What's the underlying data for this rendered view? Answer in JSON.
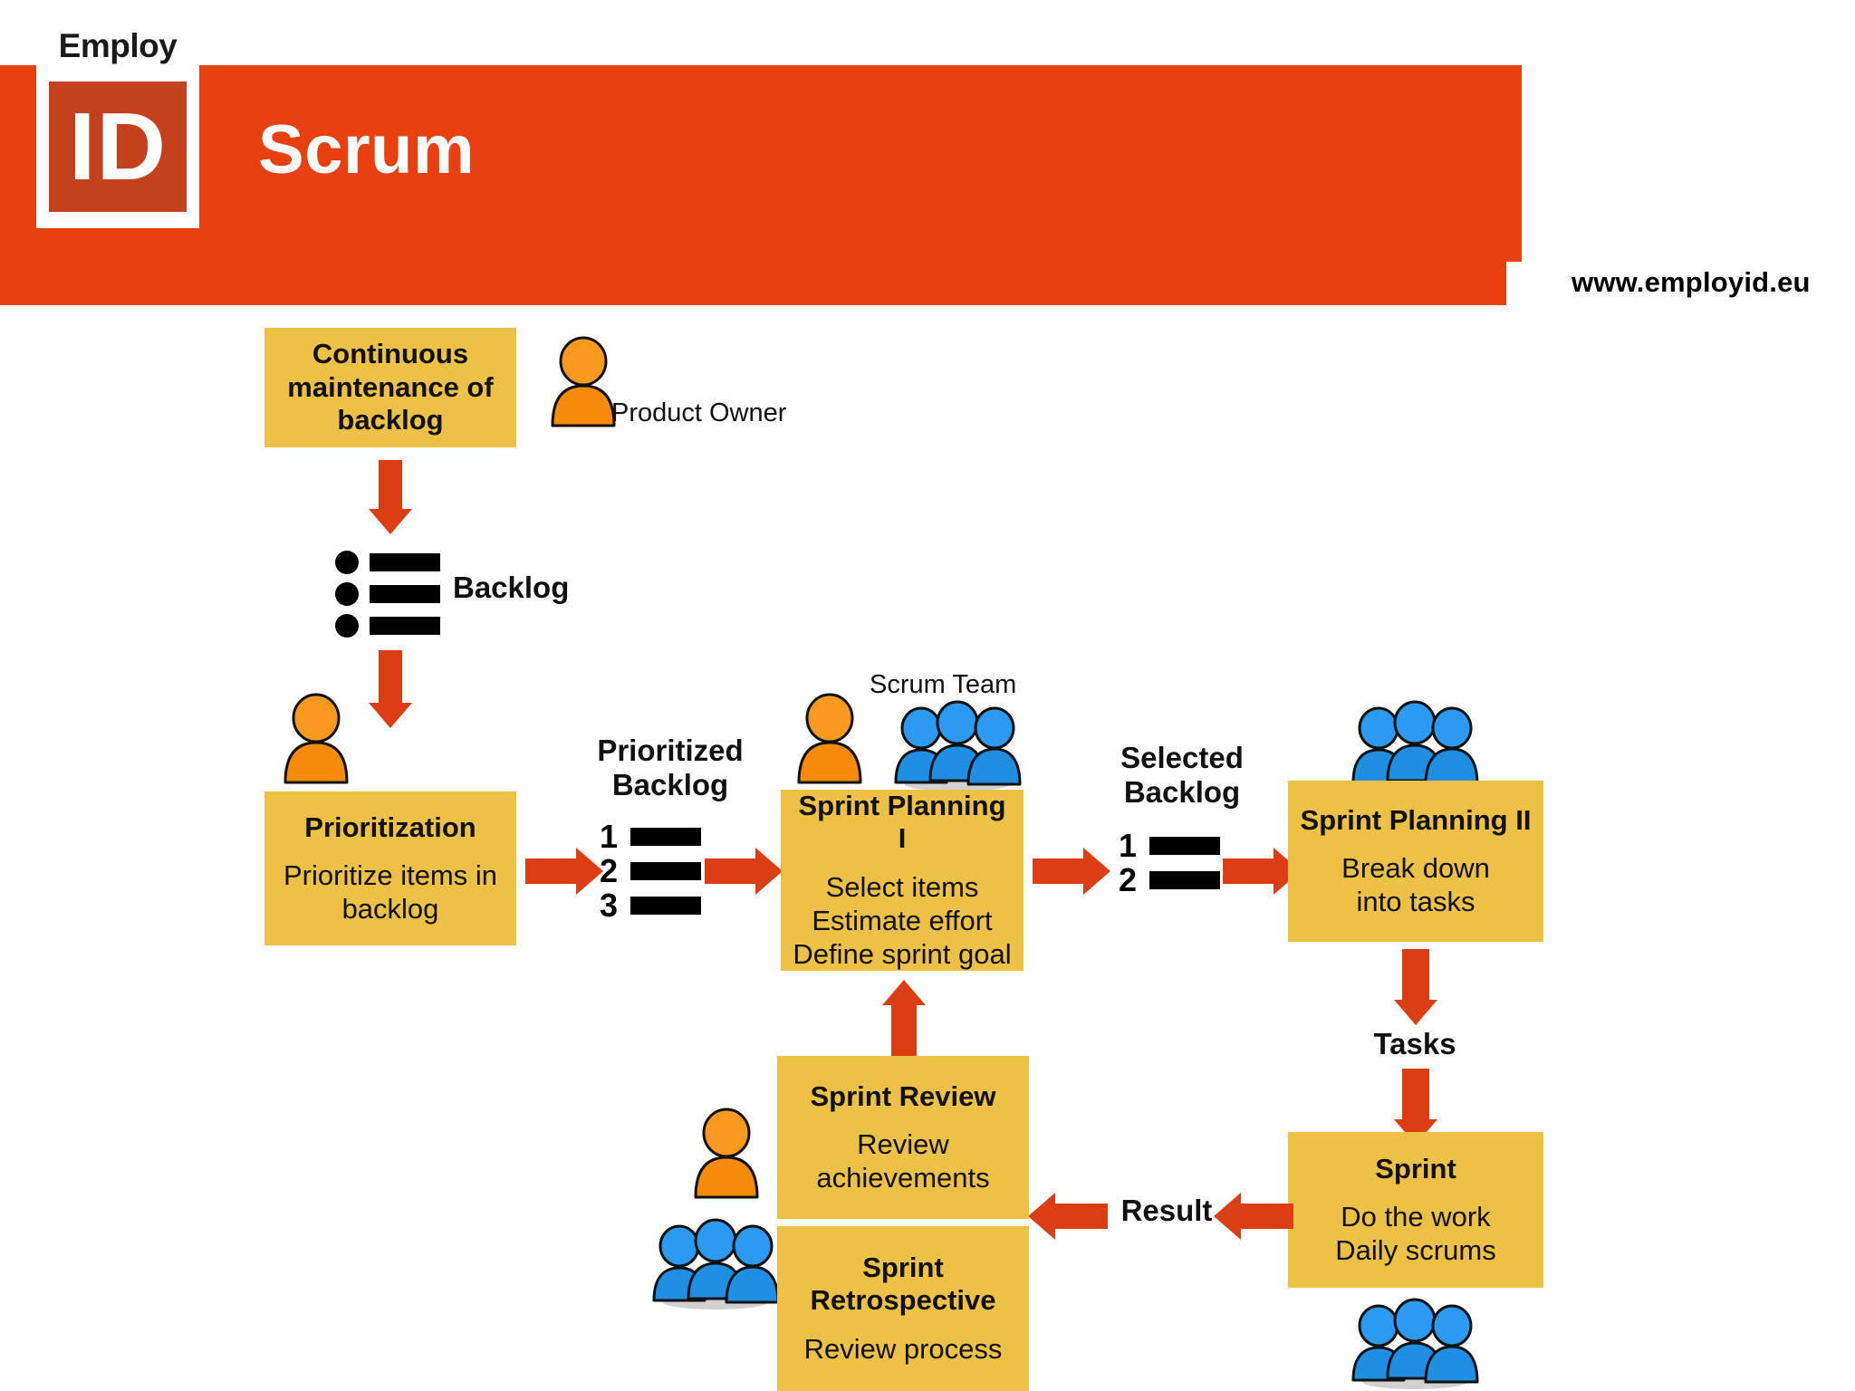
{
  "logo": {
    "top_text": "Employ",
    "bottom_text": "ID",
    "box_color": "#C4411D"
  },
  "header": {
    "title": "Scrum",
    "bar_color": "#E8400F",
    "url": "www.employid.eu"
  },
  "diagram": {
    "accent_box_color": "#EDC046",
    "arrow_color": "#DC3D13",
    "product_owner_color": "#F58A0B",
    "team_color": "#1E8FE3",
    "boxes": {
      "continuous_maintenance": {
        "title": "Continuous maintenance of backlog"
      },
      "prioritization": {
        "title": "Prioritization",
        "body": "Prioritize items in backlog"
      },
      "sprint_planning_1": {
        "title": "Sprint Planning I",
        "body_line1": "Select items",
        "body_line2": "Estimate effort",
        "body_line3": "Define sprint goal"
      },
      "sprint_planning_2": {
        "title": "Sprint Planning II",
        "body_line1": "Break down",
        "body_line2": "into tasks"
      },
      "sprint": {
        "title": "Sprint",
        "body_line1": "Do the work",
        "body_line2": "Daily scrums"
      },
      "sprint_review": {
        "title": "Sprint Review",
        "body_line1": "Review",
        "body_line2": "achievements"
      },
      "sprint_retrospective": {
        "title_line1": "Sprint",
        "title_line2": "Retrospective",
        "body": "Review process"
      }
    },
    "labels": {
      "product_owner": "Product Owner",
      "backlog": "Backlog",
      "prioritized_backlog_line1": "Prioritized",
      "prioritized_backlog_line2": "Backlog",
      "scrum_team": "Scrum Team",
      "selected_backlog_line1": "Selected",
      "selected_backlog_line2": "Backlog",
      "tasks": "Tasks",
      "result": "Result"
    },
    "list_icons": {
      "backlog_items": [
        "",
        "",
        ""
      ],
      "prioritized_items": [
        "1",
        "2",
        "3"
      ],
      "selected_items": [
        "1",
        "2"
      ]
    }
  }
}
